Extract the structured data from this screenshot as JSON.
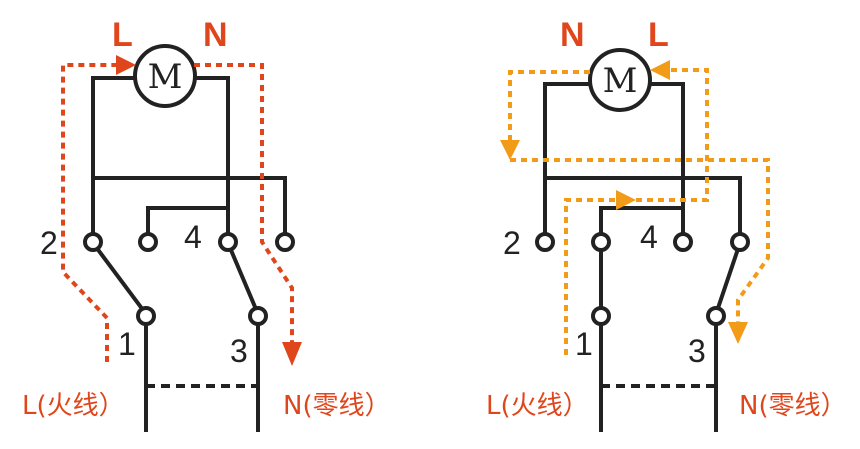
{
  "colors": {
    "wire": "#222222",
    "path_left": "#e0461c",
    "path_right": "#f29b18",
    "label_red": "#e0461c"
  },
  "left": {
    "top_left_label": "L",
    "top_right_label": "N",
    "motor_symbol": "M",
    "terminal_2": "2",
    "terminal_4": "4",
    "terminal_1": "1",
    "terminal_3": "3",
    "live_label": "L(火线）",
    "neutral_label": "N(零线）"
  },
  "right": {
    "top_left_label": "N",
    "top_right_label": "L",
    "motor_symbol": "M",
    "terminal_2": "2",
    "terminal_4": "4",
    "terminal_1": "1",
    "terminal_3": "3",
    "live_label": "L(火线）",
    "neutral_label": "N(零线）"
  }
}
